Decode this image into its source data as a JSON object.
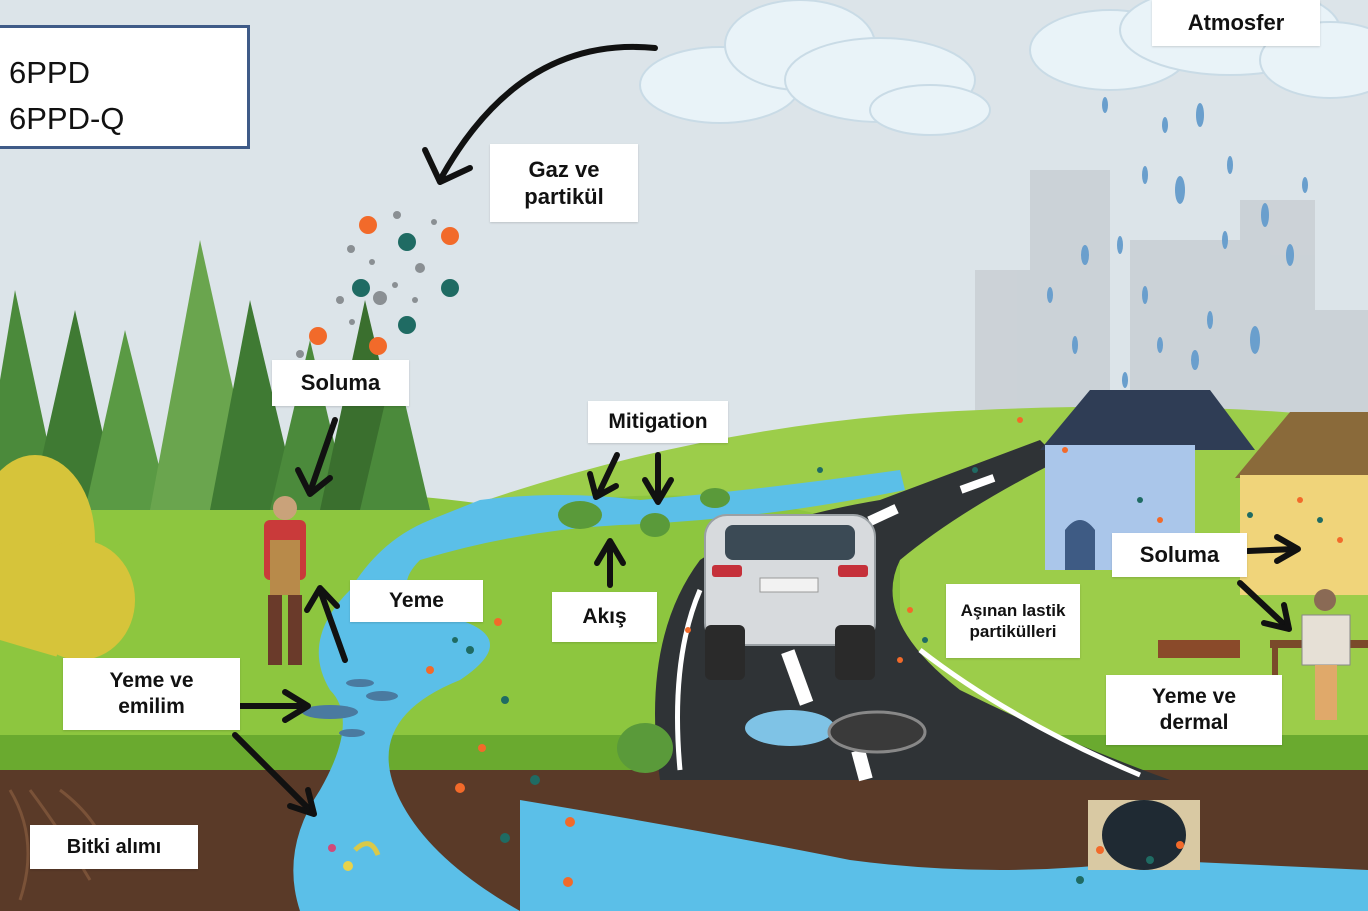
{
  "legend": {
    "line1": "6PPD",
    "line2": "6PPD-Q"
  },
  "labels": {
    "atmosfer": "Atmosfer",
    "gaz_line1": "Gaz ve",
    "gaz_line2": "partikül",
    "soluma_left": "Soluma",
    "mitigation": "Mitigation",
    "yeme": "Yeme",
    "akis": "Akış",
    "yeme_emilim_line1": "Yeme ve",
    "yeme_emilim_line2": "emilim",
    "bitki": "Bitki alımı",
    "asinan_line1": "Aşınan lastik",
    "asinan_line2": "partikülleri",
    "soluma_right": "Soluma",
    "yeme_dermal_line1": "Yeme ve",
    "yeme_dermal_line2": "dermal"
  },
  "colors": {
    "sky": "#dfe6ea",
    "grass": "#8cc63f",
    "forest": "#3f7a33",
    "river": "#5bbfe8",
    "soil": "#5a3a28",
    "road": "#2f3336",
    "particle_orange": "#f26a2a",
    "particle_teal": "#1f6b63",
    "particle_gray": "#8a8f93"
  }
}
